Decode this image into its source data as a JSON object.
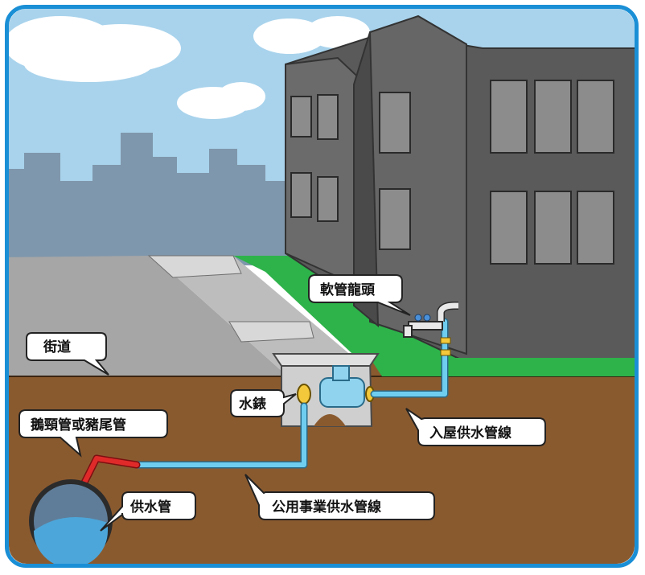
{
  "labels": {
    "street": "街道",
    "faucet": "軟管龍頭",
    "meter": "水錶",
    "gooseneck": "鵝頸管或豬尾管",
    "house_line": "入屋供水管線",
    "utility_line": "公用事業供水管線",
    "main": "供水管"
  },
  "colors": {
    "frame": "#1a8fd6",
    "sky": "#a9d3ec",
    "ground": "#8a5a2f",
    "grass": "#2db34a",
    "building": "#5a5a5a",
    "road": "#a6a6a6",
    "water_pipe": "#6fcdf0",
    "gooseneck_pipe": "#e02a2a"
  },
  "icons": [
    "faucet-icon",
    "water-meter-icon",
    "water-main-icon",
    "building-icon",
    "city-skyline-icon"
  ]
}
